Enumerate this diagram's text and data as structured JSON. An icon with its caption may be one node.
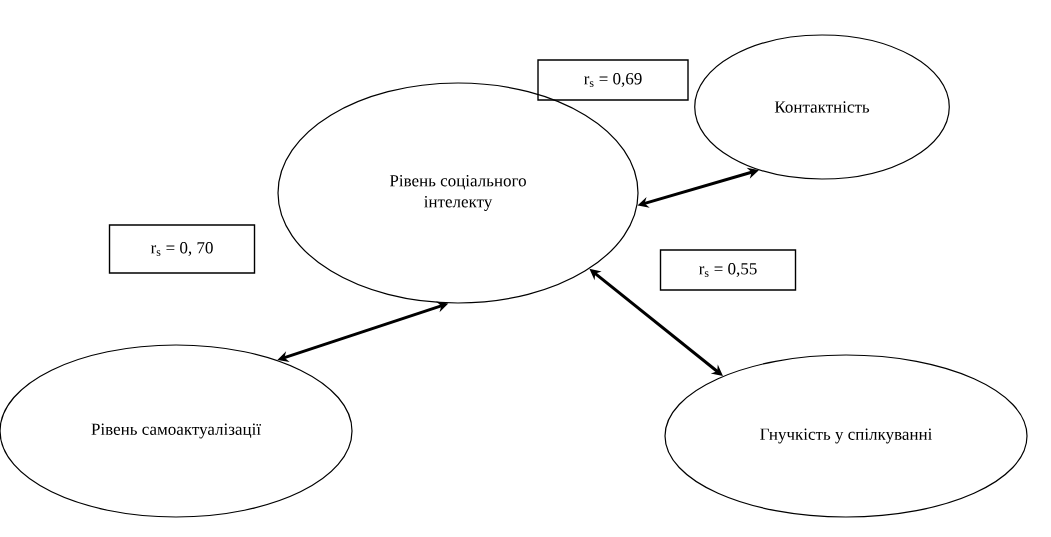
{
  "diagram": {
    "nodes": [
      {
        "text": [
          "Рівень соціального інтелекту"
        ]
      },
      {
        "text": [
          "Контактність"
        ]
      },
      {
        "text": [
          "Рівень самоактуалізації"
        ]
      },
      {
        "text": [
          "Гнучкість у спілкуванні"
        ]
      },
      {
        "text": [
          "r$_{s}$ = 0,69"
        ]
      },
      {
        "text": [
          "r$_{s}$ = 0, 70"
        ]
      },
      {
        "text": [
          "r$_{s}$ = 0,55"
        ]
      }
    ],
    "edges": [
      {
        "from": 0,
        "to": 1,
        "arrow": "both"
      },
      {
        "from": 0,
        "to": 2,
        "arrow": "both"
      },
      {
        "from": 0,
        "to": 3,
        "arrow": "both"
      }
    ]
  }
}
